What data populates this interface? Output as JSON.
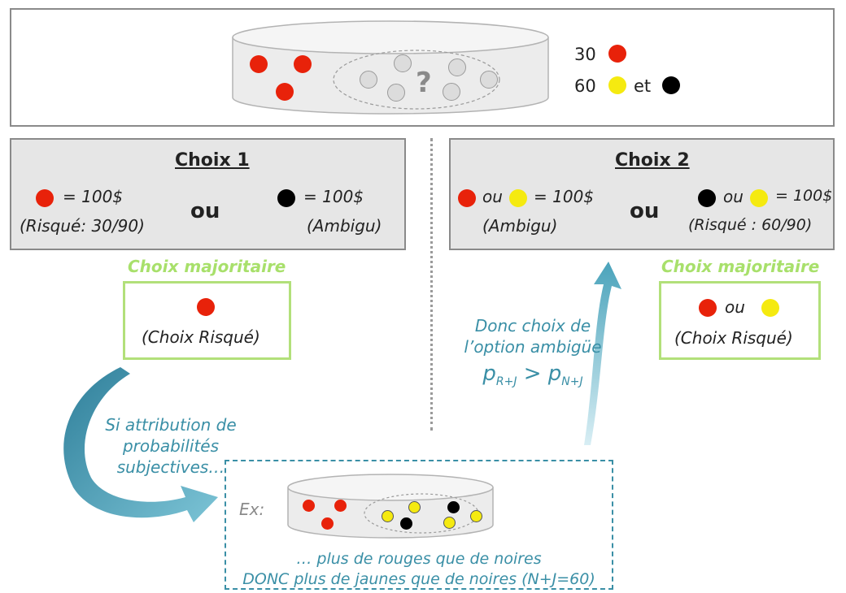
{
  "urn": {
    "question_mark": "?",
    "legend_red_count": "30",
    "legend_yb_count": "60",
    "legend_and": "et"
  },
  "choice1": {
    "title": "Choix 1 ",
    "left_value": "= 100$",
    "left_note": "(Risqué: 30/90)",
    "or_word": "ou",
    "right_value": "= 100$",
    "right_note": "(Ambigu)"
  },
  "choice2": {
    "title": "Choix 2 ",
    "left_ou": "ou",
    "left_value": "= 100$",
    "left_note": "(Ambigu)",
    "or_word": "ou",
    "right_ou": "ou",
    "right_value": "= 100$",
    "right_note": "(Risqué : 60/90)"
  },
  "majority1": {
    "label": "Choix majoritaire",
    "note": "(Choix Risqué)"
  },
  "majority2": {
    "label": "Choix majoritaire",
    "ou": "ou",
    "note": "(Choix Risqué)"
  },
  "left_arrow_text": {
    "line1": "Si attribution de",
    "line2": "probabilités",
    "line3": "subjectives…"
  },
  "right_arrow_text": {
    "line1": "Donc choix de",
    "line2": "l’option ambigüe",
    "p": "p",
    "sub1": "R+J",
    "gt": " > ",
    "sub2": "N+J"
  },
  "example": {
    "ex_label": "Ex:",
    "line1": "… plus de rouges que de noires",
    "line2": "DONC plus de jaunes que de noires (N+J=60)"
  },
  "colors": {
    "red": "#e8220a",
    "yellow": "#f5ea10",
    "black": "#000000",
    "gray_box": "#e6e6e6",
    "green": "#b2e07a",
    "teal": "#3a8fa6"
  }
}
